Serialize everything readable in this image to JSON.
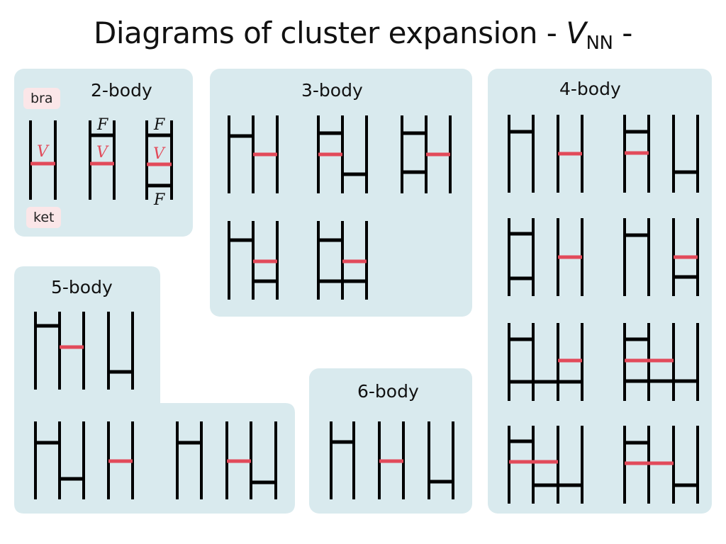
{
  "title": {
    "main": "Diagrams of cluster expansion  - ",
    "var": "V",
    "subscript": "NN",
    "tail": " -"
  },
  "panels": {
    "two_body": "2-body",
    "three_body": "3-body",
    "four_body": "4-body",
    "five_body": "5-body",
    "six_body": "6-body"
  },
  "tags": {
    "bra": "bra",
    "ket": "ket"
  },
  "symbols": {
    "F": "F",
    "V": "V"
  },
  "colors": {
    "panel_bg": "#d9eaee",
    "interaction_V": "#e24a5a",
    "correlation_F": "#000000",
    "tag_bg": "#fbe6e8"
  }
}
